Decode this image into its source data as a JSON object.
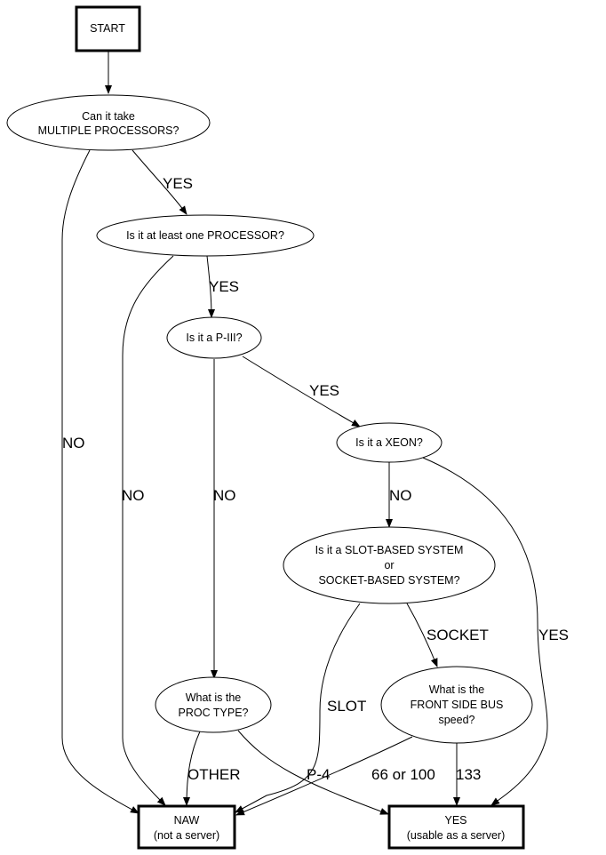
{
  "nodes": {
    "start": {
      "lines": [
        "START"
      ]
    },
    "multi": {
      "lines": [
        "Can it take",
        "MULTIPLE PROCESSORS?"
      ]
    },
    "one_proc": {
      "lines": [
        "Is it at least one PROCESSOR?"
      ]
    },
    "p3": {
      "lines": [
        "Is it a P-III?"
      ]
    },
    "xeon": {
      "lines": [
        "Is it a XEON?"
      ]
    },
    "slot_socket": {
      "lines": [
        "Is it a SLOT-BASED SYSTEM",
        "or",
        "SOCKET-BASED SYSTEM?"
      ]
    },
    "proc_type": {
      "lines": [
        "What is the",
        "PROC TYPE?"
      ]
    },
    "fsb": {
      "lines": [
        "What is the",
        "FRONT SIDE BUS",
        "speed?"
      ]
    },
    "naw": {
      "lines": [
        "NAW",
        "(not a server)"
      ]
    },
    "yes": {
      "lines": [
        "YES",
        "(usable as a server)"
      ]
    }
  },
  "edges": {
    "start_multi": "",
    "multi_yes": "YES",
    "multi_no": "NO",
    "one_yes": "YES",
    "one_no": "NO",
    "p3_yes": "YES",
    "p3_no": "NO",
    "xeon_no": "NO",
    "xeon_yes": "YES",
    "socket": "SOCKET",
    "slot": "SLOT",
    "other": "OTHER",
    "p4": "P-4",
    "fsb_low": "66 or 100",
    "fsb_133": "133"
  }
}
